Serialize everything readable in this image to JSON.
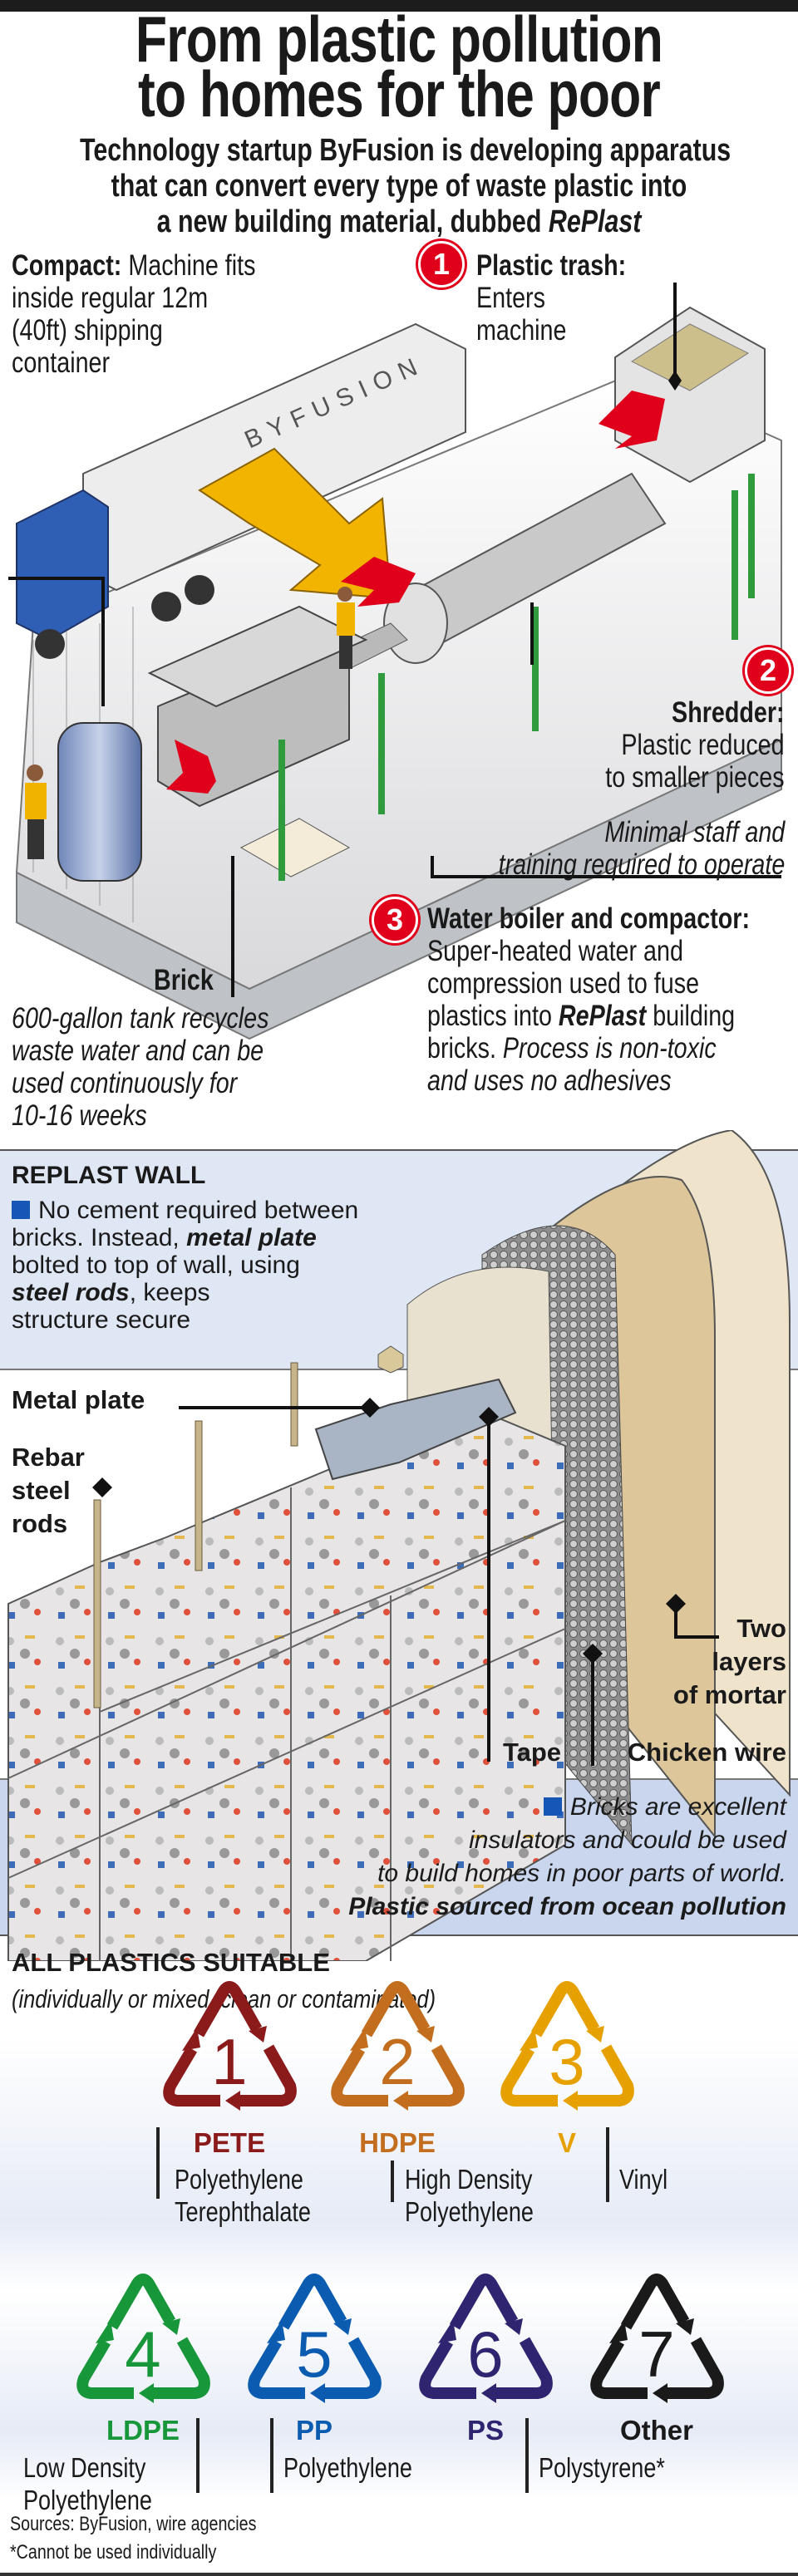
{
  "title": {
    "line1": "From plastic pollution",
    "line2": "to homes for the poor"
  },
  "subtitle": {
    "line1": "Technology startup ByFusion is developing apparatus",
    "line2": "that can convert every type of waste plastic into",
    "line3_prefix": "a new building material, dubbed ",
    "line3_em": "RePlast"
  },
  "machine": {
    "container_brand": "BYFUSION",
    "compact": {
      "bold": "Compact:",
      "lines": [
        " Machine fits",
        "inside regular 12m",
        "(40ft) shipping",
        "container"
      ]
    },
    "step1": {
      "num": "1",
      "bold": "Plastic trash:",
      "lines": [
        "Enters",
        "machine"
      ]
    },
    "step2": {
      "num": "2",
      "bold": "Shredder:",
      "lines": [
        "Plastic reduced",
        "to smaller pieces"
      ]
    },
    "staff": {
      "lines": [
        "Minimal staff and",
        "training required to operate"
      ]
    },
    "step3": {
      "num": "3",
      "bold": "Water boiler and compactor:",
      "lines": [
        "Super-heated water and",
        "compression used to fuse"
      ],
      "line3_pre": "plastics into ",
      "line3_em": "RePlast",
      "line3_post": " building",
      "line4_pre": "bricks. ",
      "line4_em": "Process is non-toxic",
      "line5_em": "and uses no adhesives"
    },
    "brick": "Brick",
    "tank": {
      "lines": [
        "600-gallon tank recycles",
        "waste water and can be",
        "used continuously for",
        "10-16 weeks"
      ]
    }
  },
  "wall": {
    "heading": "REPLAST WALL",
    "text": {
      "l1": "No cement required between",
      "l2_pre": "bricks. Instead, ",
      "l2_em": "metal plate",
      "l3": "bolted to top of wall, using",
      "l4_em": "steel rods",
      "l4_post": ", keeps",
      "l5": "structure secure"
    },
    "labels": {
      "metal_plate": "Metal plate",
      "rebar": [
        "Rebar",
        "steel",
        "rods"
      ],
      "tape": "Tape",
      "chicken_wire": "Chicken wire",
      "mortar": [
        "Two",
        "layers",
        "of mortar"
      ]
    },
    "note": {
      "l1": "Bricks are excellent",
      "l2": "insulators and could be used",
      "l3": "to build homes in poor parts of world.",
      "l4": "Plastic sourced from ocean pollution"
    },
    "accent": "#1656b5"
  },
  "plastics": {
    "heading": "ALL PLASTICS SUITABLE",
    "subheading": "(individually or mixed, clean or contaminated)",
    "items": [
      {
        "num": "1",
        "code": "PETE",
        "desc": [
          "Polyethylene",
          "Terephthalate"
        ],
        "color": "#8b1a1a"
      },
      {
        "num": "2",
        "code": "HDPE",
        "desc": [
          "High Density",
          "Polyethylene"
        ],
        "color": "#c36d1e"
      },
      {
        "num": "3",
        "code": "V",
        "desc": [
          "Vinyl"
        ],
        "color": "#e6a100"
      },
      {
        "num": "4",
        "code": "LDPE",
        "desc": [
          "Low Density",
          "Polyethylene"
        ],
        "color": "#17963a"
      },
      {
        "num": "5",
        "code": "PP",
        "desc": [
          "Polyethylene"
        ],
        "color": "#0b5cb0"
      },
      {
        "num": "6",
        "code": "PS",
        "desc": [
          "Polystyrene*"
        ],
        "color": "#2e2470"
      },
      {
        "num": "7",
        "code": "Other",
        "desc": [],
        "color": "#1a1a1a"
      }
    ]
  },
  "footer": {
    "sources": "Sources: ByFusion, wire agencies",
    "note": "*Cannot be used individually"
  }
}
